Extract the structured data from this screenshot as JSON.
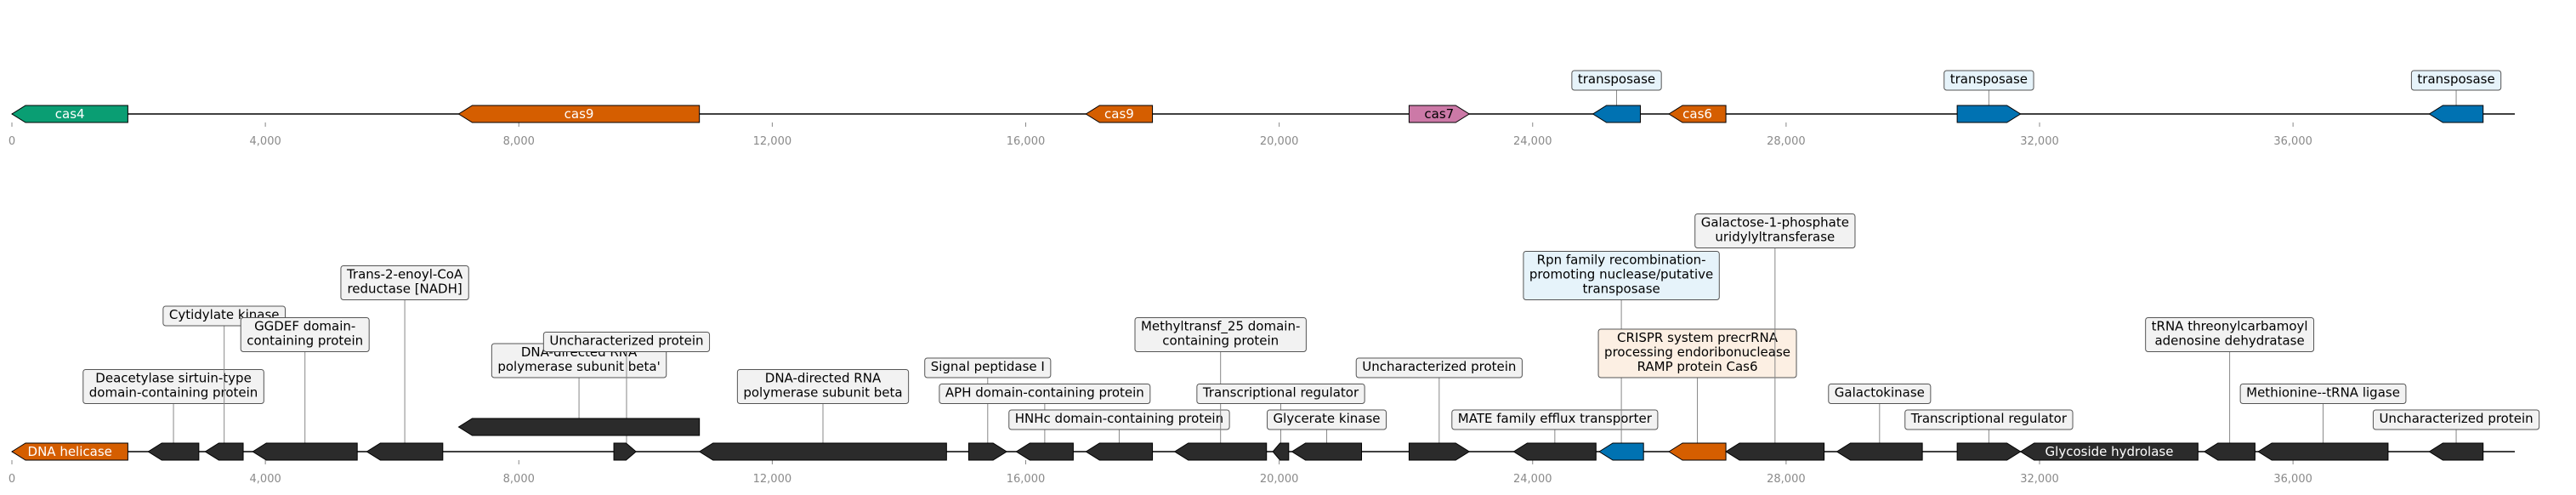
{
  "colors": {
    "green": "#0a9e73",
    "orange": "#d55e00",
    "pink": "#cc79a7",
    "blue": "#0072b2",
    "dark": "#2b2b2b",
    "axis": "#888888",
    "box_default_bg": "#f2f2f2",
    "box_blue_bg": "#e6f3fa",
    "box_orange_bg": "#fcefe3"
  },
  "scale": {
    "min": 0,
    "max": 39500
  },
  "ticks": [
    {
      "v": 0,
      "label": "0"
    },
    {
      "v": 4000,
      "label": "4,000"
    },
    {
      "v": 8000,
      "label": "8,000"
    },
    {
      "v": 12000,
      "label": "12,000"
    },
    {
      "v": 16000,
      "label": "16,000"
    },
    {
      "v": 20000,
      "label": "20,000"
    },
    {
      "v": 24000,
      "label": "24,000"
    },
    {
      "v": 28000,
      "label": "28,000"
    },
    {
      "v": 32000,
      "label": "32,000"
    },
    {
      "v": 36000,
      "label": "36,000"
    }
  ],
  "tracks": [
    {
      "name": "cas-operon-track",
      "genes": [
        {
          "s": 0,
          "e": 1830,
          "strand": -1,
          "color": "green",
          "label": "cas4",
          "inside": true
        },
        {
          "s": 7050,
          "e": 10850,
          "strand": -1,
          "color": "orange",
          "label": "cas9",
          "inside": true
        },
        {
          "s": 16950,
          "e": 18000,
          "strand": -1,
          "color": "orange",
          "label": "cas9",
          "inside": true
        },
        {
          "s": 22050,
          "e": 23000,
          "strand": 1,
          "color": "pink",
          "label": "cas7",
          "inside": true
        },
        {
          "s": 24950,
          "e": 25700,
          "strand": -1,
          "color": "blue",
          "label": "transposase",
          "inside": false,
          "level": 1
        },
        {
          "s": 26150,
          "e": 27050,
          "strand": -1,
          "color": "orange",
          "label": "cas6",
          "inside": true
        },
        {
          "s": 30700,
          "e": 31700,
          "strand": 1,
          "color": "blue",
          "label": "transposase",
          "inside": false,
          "level": 1
        },
        {
          "s": 38150,
          "e": 39000,
          "strand": -1,
          "color": "blue",
          "label": "transposase",
          "inside": false,
          "level": 1
        }
      ]
    },
    {
      "name": "annotation-track",
      "genes": [
        {
          "s": 0,
          "e": 1830,
          "strand": -1,
          "color": "orange",
          "label": "DNA helicase",
          "inside": true
        },
        {
          "s": 2150,
          "e": 2950,
          "strand": -1,
          "color": "dark",
          "label": "Deacetylase sirtuin-type\ndomain-containing protein",
          "inside": false,
          "level": 2
        },
        {
          "s": 3050,
          "e": 3650,
          "strand": -1,
          "color": "dark",
          "label": "Cytidylate kinase",
          "inside": false,
          "level": 5
        },
        {
          "s": 3800,
          "e": 5450,
          "strand": -1,
          "color": "dark",
          "label": "GGDEF domain-\ncontaining protein",
          "inside": false,
          "level": 4
        },
        {
          "s": 5600,
          "e": 6800,
          "strand": -1,
          "color": "dark",
          "label": "Trans-2-enoyl-CoA\nreductase [NADH]",
          "inside": false,
          "level": 6
        },
        {
          "s": 7050,
          "e": 10850,
          "strand": -1,
          "color": "dark",
          "label": "DNA-directed RNA\npolymerase subunit beta'",
          "inside": false,
          "level": 3,
          "track": "upper"
        },
        {
          "s": 9500,
          "e": 9850,
          "strand": 1,
          "color": "dark",
          "label": "Uncharacterized protein",
          "inside": false,
          "level": 4,
          "anchor": 9700
        },
        {
          "s": 10850,
          "e": 14750,
          "strand": -1,
          "color": "dark",
          "label": "DNA-directed RNA\npolymerase subunit beta",
          "inside": false,
          "level": 2
        },
        {
          "s": 15100,
          "e": 15700,
          "strand": 1,
          "color": "dark",
          "label": "Signal peptidase I",
          "inside": false,
          "level": 3
        },
        {
          "s": 15850,
          "e": 16750,
          "strand": -1,
          "color": "dark",
          "label": "APH domain-containing protein",
          "inside": false,
          "level": 2
        },
        {
          "s": 16950,
          "e": 18000,
          "strand": -1,
          "color": "dark",
          "label": "HNHc domain-containing protein",
          "inside": false,
          "level": 1
        },
        {
          "s": 18350,
          "e": 19800,
          "strand": -1,
          "color": "dark",
          "label": "Methyltransf_25 domain-\ncontaining protein",
          "inside": false,
          "level": 4
        },
        {
          "s": 19900,
          "e": 20150,
          "strand": -1,
          "color": "dark",
          "label": "Transcriptional regulator",
          "inside": false,
          "level": 2
        },
        {
          "s": 20200,
          "e": 21300,
          "strand": -1,
          "color": "dark",
          "label": "Glycerate kinase",
          "inside": false,
          "level": 1
        },
        {
          "s": 22050,
          "e": 23000,
          "strand": 1,
          "color": "dark",
          "label": "Uncharacterized protein",
          "inside": false,
          "level": 3
        },
        {
          "s": 23700,
          "e": 25000,
          "strand": -1,
          "color": "dark",
          "label": "MATE family efflux transporter",
          "inside": false,
          "level": 1
        },
        {
          "s": 25050,
          "e": 25750,
          "strand": -1,
          "color": "blue",
          "label": "Rpn family recombination-\npromoting nuclease/putative\ntransposase",
          "inside": false,
          "level": 6
        },
        {
          "s": 26150,
          "e": 27050,
          "strand": -1,
          "color": "orange",
          "label": "CRISPR system precrRNA\nprocessing endoribonuclease\nRAMP protein Cas6",
          "inside": false,
          "level": 3
        },
        {
          "s": 27050,
          "e": 28600,
          "strand": -1,
          "color": "dark",
          "label": "Galactose-1-phosphate\nuridylyltransferase",
          "inside": false,
          "level": 8
        },
        {
          "s": 28800,
          "e": 30150,
          "strand": -1,
          "color": "dark",
          "label": "Galactokinase",
          "inside": false,
          "level": 2
        },
        {
          "s": 30700,
          "e": 31700,
          "strand": 1,
          "color": "dark",
          "label": "Transcriptional regulator",
          "inside": false,
          "level": 1
        },
        {
          "s": 31700,
          "e": 34500,
          "strand": -1,
          "color": "dark",
          "label": "Glycoside hydrolase",
          "inside": true
        },
        {
          "s": 34600,
          "e": 35400,
          "strand": -1,
          "color": "dark",
          "label": "tRNA threonylcarbamoyl\nadenosine dehydratase",
          "inside": false,
          "level": 4
        },
        {
          "s": 35450,
          "e": 37500,
          "strand": -1,
          "color": "dark",
          "label": "Methionine--tRNA ligase",
          "inside": false,
          "level": 2
        },
        {
          "s": 38150,
          "e": 39000,
          "strand": -1,
          "color": "dark",
          "label": "Uncharacterized protein",
          "inside": false,
          "level": 1
        }
      ]
    }
  ]
}
